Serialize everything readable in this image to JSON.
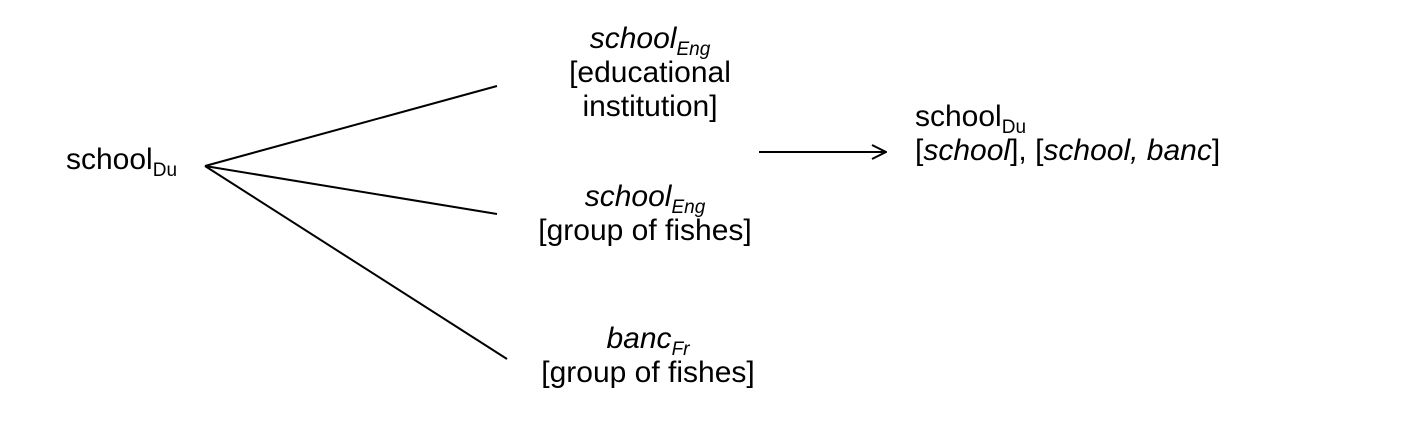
{
  "source": {
    "word": "school",
    "language": "Du"
  },
  "targets": [
    {
      "word": "school",
      "language": "Eng",
      "gloss_lines": [
        "[educational",
        "institution]"
      ]
    },
    {
      "word": "school",
      "language": "Eng",
      "gloss_lines": [
        "[group of fishes]"
      ]
    },
    {
      "word": "banc",
      "language": "Fr",
      "gloss_lines": [
        "[group of fishes]"
      ]
    }
  ],
  "result": {
    "word": "school",
    "language": "Du",
    "translations_parts": [
      "[",
      "school",
      "], [",
      "school, banc",
      "]"
    ]
  }
}
